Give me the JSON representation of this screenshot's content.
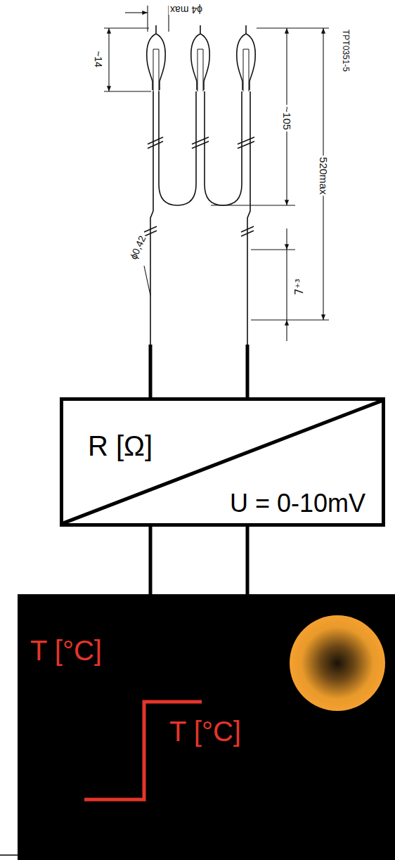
{
  "diagram": {
    "nodes": [
      {
        "text": [
          "R [Ω]",
          "U = 0-10mV"
        ]
      },
      {
        "text": [
          "T [°C]"
        ]
      }
    ],
    "edges": [
      {
        "from": 0,
        "to": 1,
        "arrow": "none"
      },
      {
        "from": 0,
        "to": 1,
        "arrow": "none"
      }
    ],
    "labels": [
      "ϕ4 max",
      "~14",
      "TPT0351-5",
      "~105",
      "520max",
      "ϕ0,42",
      "7⁺³",
      "T [°C]"
    ]
  }
}
